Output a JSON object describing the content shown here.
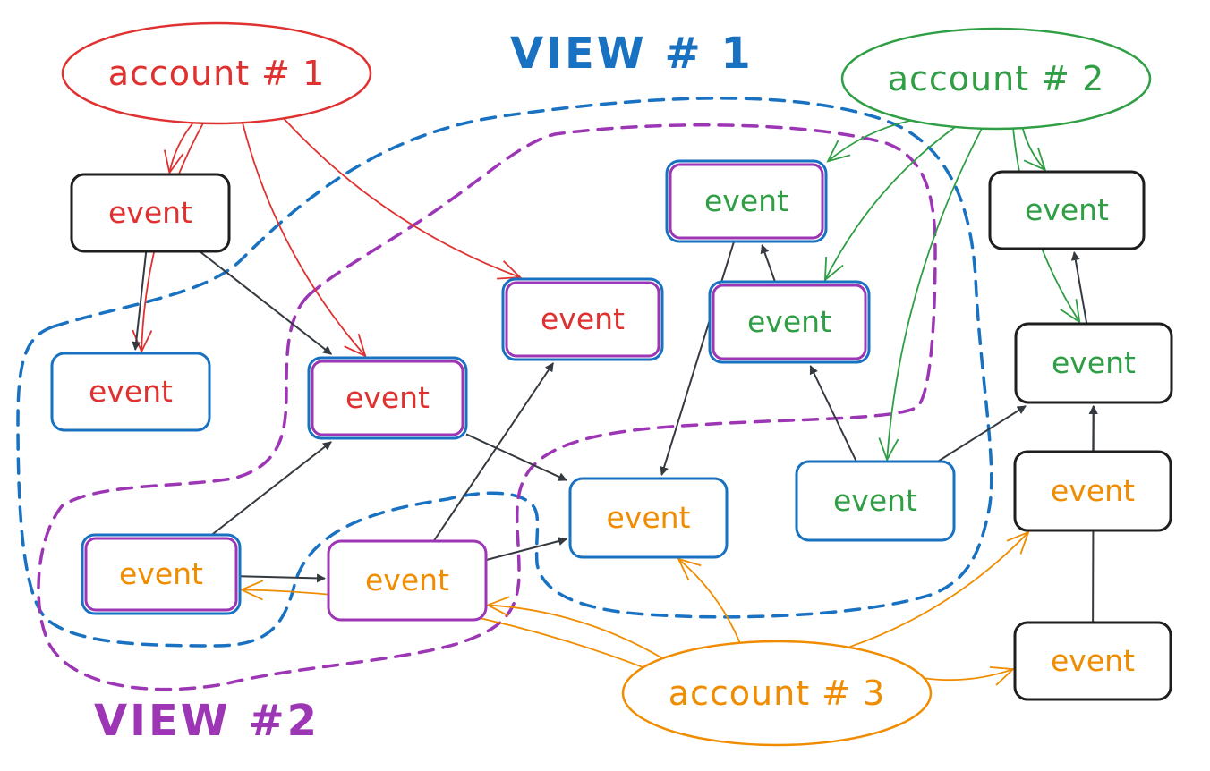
{
  "colors": {
    "account1": "#e03131",
    "account2": "#2f9e44",
    "account3": "#f08c00",
    "view1": "#1971c2",
    "view2": "#9c36b5",
    "box_default": "#1e1e1e",
    "edge": "#343a40"
  },
  "views": [
    {
      "id": "v1",
      "label": "VIEW # 1",
      "color": "#1971c2"
    },
    {
      "id": "v2",
      "label": "VIEW #2",
      "color": "#9c36b5"
    }
  ],
  "accounts": [
    {
      "id": "a1",
      "label": "account # 1",
      "color": "#e03131"
    },
    {
      "id": "a2",
      "label": "account # 2",
      "color": "#2f9e44"
    },
    {
      "id": "a3",
      "label": "account # 3",
      "color": "#f08c00"
    }
  ],
  "events": [
    {
      "id": "e1",
      "label": "event",
      "account": "a1",
      "views": []
    },
    {
      "id": "e2",
      "label": "event",
      "account": "a1",
      "views": [
        "v1"
      ]
    },
    {
      "id": "e3",
      "label": "event",
      "account": "a1",
      "views": [
        "v1",
        "v2"
      ]
    },
    {
      "id": "e4",
      "label": "event",
      "account": "a1",
      "views": [
        "v1",
        "v2"
      ]
    },
    {
      "id": "e5",
      "label": "event",
      "account": "a2",
      "views": [
        "v1",
        "v2"
      ]
    },
    {
      "id": "e6",
      "label": "event",
      "account": "a2",
      "views": [
        "v1",
        "v2"
      ]
    },
    {
      "id": "e7",
      "label": "event",
      "account": "a2",
      "views": []
    },
    {
      "id": "e8",
      "label": "event",
      "account": "a2",
      "views": []
    },
    {
      "id": "e9",
      "label": "event",
      "account": "a2",
      "views": [
        "v1"
      ]
    },
    {
      "id": "e10",
      "label": "event",
      "account": "a3",
      "views": [
        "v1",
        "v2"
      ]
    },
    {
      "id": "e11",
      "label": "event",
      "account": "a3",
      "views": [
        "v2"
      ]
    },
    {
      "id": "e12",
      "label": "event",
      "account": "a3",
      "views": [
        "v1"
      ]
    },
    {
      "id": "e13",
      "label": "event",
      "account": "a3",
      "views": []
    },
    {
      "id": "e14",
      "label": "event",
      "account": "a3",
      "views": []
    }
  ],
  "event_edges": [
    [
      "e1",
      "e2"
    ],
    [
      "e1",
      "e3"
    ],
    [
      "e3",
      "e12"
    ],
    [
      "e10",
      "e3"
    ],
    [
      "e10",
      "e11"
    ],
    [
      "e11",
      "e4"
    ],
    [
      "e11",
      "e12"
    ],
    [
      "e5",
      "e12"
    ],
    [
      "e6",
      "e5"
    ],
    [
      "e9",
      "e6"
    ],
    [
      "e9",
      "e8"
    ],
    [
      "e8",
      "e7"
    ],
    [
      "e13",
      "e8"
    ],
    [
      "e14",
      "e8"
    ]
  ],
  "ownership_edges": [
    [
      "a1",
      "e1"
    ],
    [
      "a1",
      "e2"
    ],
    [
      "a1",
      "e3"
    ],
    [
      "a1",
      "e4"
    ],
    [
      "a2",
      "e5"
    ],
    [
      "a2",
      "e6"
    ],
    [
      "a2",
      "e9"
    ],
    [
      "a2",
      "e7"
    ],
    [
      "a2",
      "e8"
    ],
    [
      "a3",
      "e10"
    ],
    [
      "a3",
      "e11"
    ],
    [
      "a3",
      "e12"
    ],
    [
      "a3",
      "e13"
    ],
    [
      "a3",
      "e14"
    ]
  ]
}
